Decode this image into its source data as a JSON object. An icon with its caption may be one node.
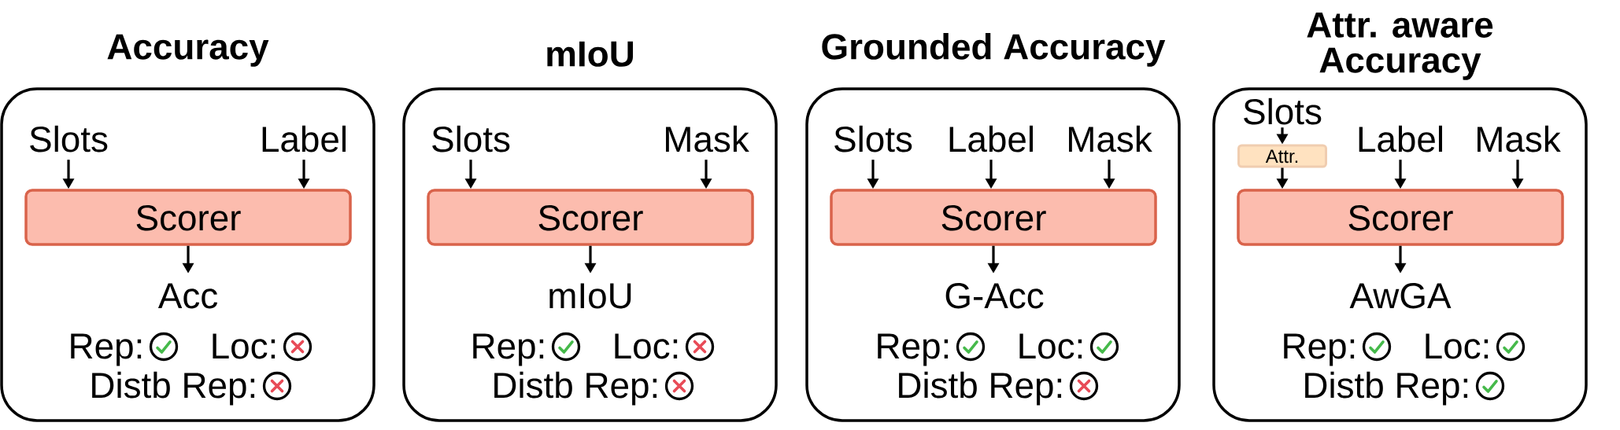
{
  "diagram": {
    "nodes": [
      {
        "text": [
          "Accuracy"
        ]
      },
      {
        "text": [
          "Slots"
        ],
        "in": 0
      },
      {
        "text": [
          "Label"
        ],
        "in": 0
      },
      {
        "text": [
          "Scorer"
        ],
        "in": 0
      },
      {
        "text": [
          "Acc"
        ],
        "in": 0
      },
      {
        "text": [
          "mIoU"
        ]
      },
      {
        "text": [
          "Slots"
        ],
        "in": 5
      },
      {
        "text": [
          "Mask"
        ],
        "in": 5
      },
      {
        "text": [
          "Scorer"
        ],
        "in": 5
      },
      {
        "text": [
          "mIoU"
        ],
        "in": 5
      },
      {
        "text": [
          "Grounded Accuracy"
        ]
      },
      {
        "text": [
          "Slots"
        ],
        "in": 10
      },
      {
        "text": [
          "Label"
        ],
        "in": 10
      },
      {
        "text": [
          "Mask"
        ],
        "in": 10
      },
      {
        "text": [
          "Scorer"
        ],
        "in": 10
      },
      {
        "text": [
          "G-Acc"
        ],
        "in": 10
      },
      {
        "text": [
          "Attr. aware Accuracy"
        ]
      },
      {
        "text": [
          "Slots"
        ],
        "in": 16
      },
      {
        "text": [
          "Attr."
        ],
        "in": 16
      },
      {
        "text": [
          "Label"
        ],
        "in": 16
      },
      {
        "text": [
          "Mask"
        ],
        "in": 16
      },
      {
        "text": [
          "Scorer"
        ],
        "in": 16
      },
      {
        "text": [
          "AwGA"
        ],
        "in": 16
      }
    ],
    "edges": [
      {
        "from": 1,
        "to": 3,
        "arrow": "to"
      },
      {
        "from": 2,
        "to": 3,
        "arrow": "to"
      },
      {
        "from": 3,
        "to": 4,
        "arrow": "to"
      },
      {
        "from": 6,
        "to": 8,
        "arrow": "to"
      },
      {
        "from": 7,
        "to": 8,
        "arrow": "to"
      },
      {
        "from": 8,
        "to": 9,
        "arrow": "to"
      },
      {
        "from": 11,
        "to": 14,
        "arrow": "to"
      },
      {
        "from": 12,
        "to": 14,
        "arrow": "to"
      },
      {
        "from": 13,
        "to": 14,
        "arrow": "to"
      },
      {
        "from": 14,
        "to": 15,
        "arrow": "to"
      },
      {
        "from": 17,
        "to": 18,
        "arrow": "to"
      },
      {
        "from": 18,
        "to": 21,
        "arrow": "to"
      },
      {
        "from": 19,
        "to": 21,
        "arrow": "to"
      },
      {
        "from": 20,
        "to": 21,
        "arrow": "to"
      },
      {
        "from": 21,
        "to": 22,
        "arrow": "to"
      }
    ],
    "labels": [
      "Rep:",
      "Loc:",
      "Distb Rep:",
      "Rep:",
      "Loc:",
      "Distb Rep:",
      "Rep:",
      "Loc:",
      "Distb Rep:",
      "Rep:",
      "Loc:",
      "Distb Rep:"
    ]
  }
}
